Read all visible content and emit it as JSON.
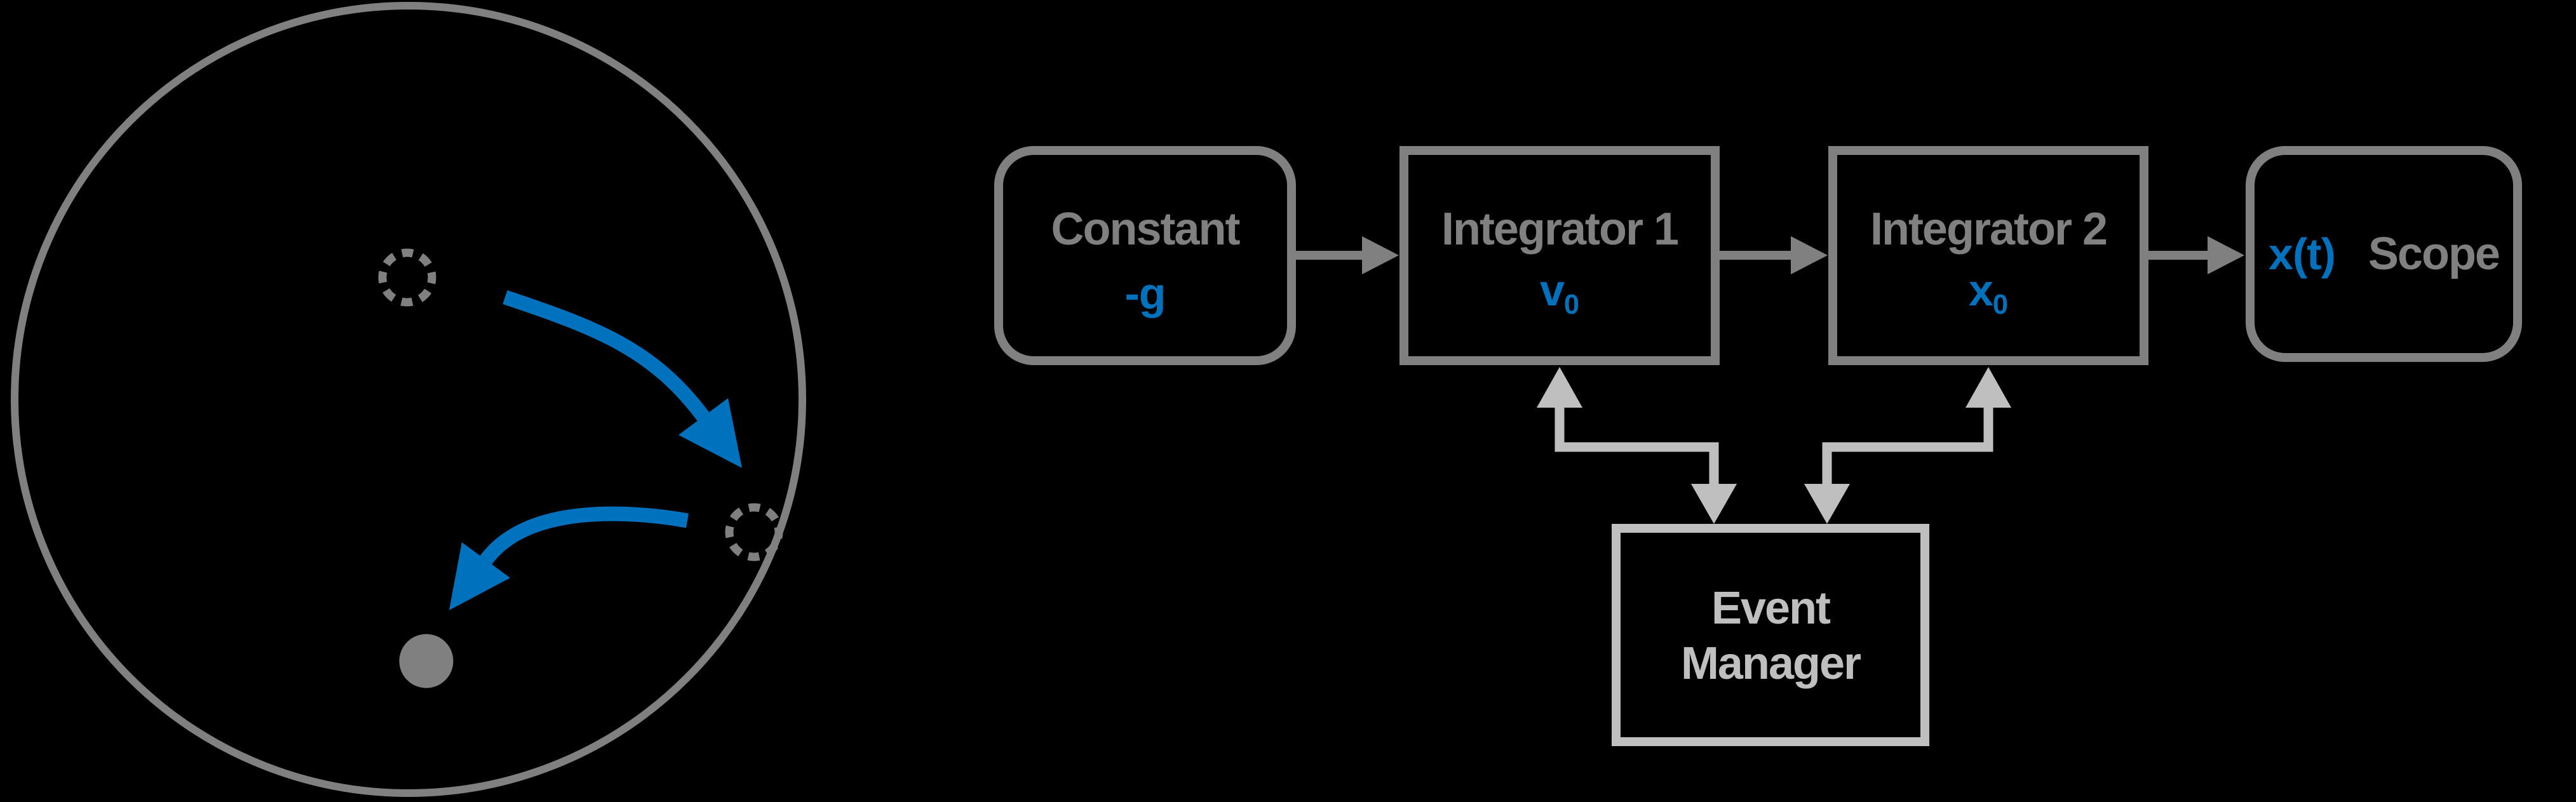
{
  "colors": {
    "background": "#000000",
    "primary_gray": "#808080",
    "light_gray": "#BFBFBF",
    "accent_blue": "#0072BD"
  },
  "illustration": {
    "container_circle_icon": "large-circle-outline",
    "initial_position_icon": "dashed-circle",
    "impact_position_icon": "dashed-circle",
    "ball_icon": "filled-circle",
    "fall_trajectory_icon": "curved-arrow-down-right",
    "rebound_trajectory_icon": "curved-arrow-down-left"
  },
  "diagram": {
    "constant": {
      "label": "Constant",
      "value": "-g"
    },
    "integrator1": {
      "label": "Integrator 1",
      "value_base": "v",
      "value_sub": "0"
    },
    "integrator2": {
      "label": "Integrator 2",
      "value_base": "x",
      "value_sub": "0"
    },
    "scope": {
      "value": "x(t)",
      "label": "Scope"
    },
    "event_manager": {
      "label_line1": "Event",
      "label_line2": "Manager"
    }
  }
}
